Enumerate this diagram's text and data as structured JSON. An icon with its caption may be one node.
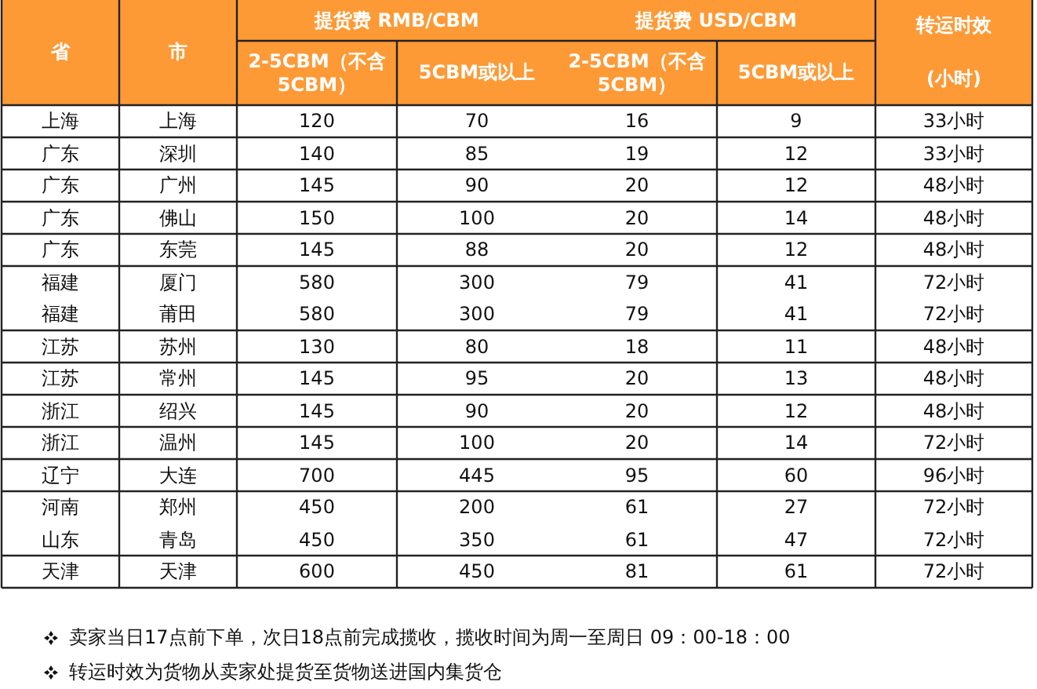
{
  "diagram": {
    "labels": [
      "省",
      "市",
      "提货费 RMB/CBM",
      "提货费 USD/CBM",
      "转运时效",
      "2-5CBM（不含5CBM）",
      "5CBM或以上",
      "2-5CBM（不含5CBM）",
      "5CBM或以上",
      "(小时)",
      "上海",
      "上海",
      "120",
      "70",
      "16",
      "9",
      "33小时",
      "广东",
      "深圳",
      "140",
      "85",
      "19",
      "12",
      "33小时",
      "广东",
      "广州",
      "145",
      "90",
      "20",
      "12",
      "48小时",
      "广东",
      "佛山",
      "150",
      "100",
      "20",
      "14",
      "48小时",
      "广东",
      "东莞",
      "145",
      "88",
      "20",
      "12",
      "48小时",
      "福建",
      "厦门",
      "580",
      "300",
      "79",
      "41",
      "72小时",
      "福建",
      "莆田",
      "580",
      "300",
      "79",
      "41",
      "72小时",
      "江苏",
      "苏州",
      "130",
      "80",
      "18",
      "11",
      "48小时",
      "江苏",
      "常州",
      "145",
      "95",
      "20",
      "13",
      "48小时",
      "浙江",
      "绍兴",
      "145",
      "90",
      "20",
      "12",
      "48小时",
      "浙江",
      "温州",
      "145",
      "100",
      "20",
      "14",
      "72小时",
      "辽宁",
      "大连",
      "700",
      "445",
      "95",
      "60",
      "96小时",
      "河南",
      "郑州",
      "450",
      "200",
      "61",
      "27",
      "72小时",
      "山东",
      "青岛",
      "450",
      "350",
      "61",
      "47",
      "72小时",
      "天津",
      "天津",
      "600",
      "450",
      "81",
      "61",
      "72小时",
      "卖家当日17点前下单，次日18点前完成揽收，揽收时间为周一至周日 09：00-18：00",
      "转运时效为货物从卖家处提货至货物送进国内集货仓"
    ]
  }
}
